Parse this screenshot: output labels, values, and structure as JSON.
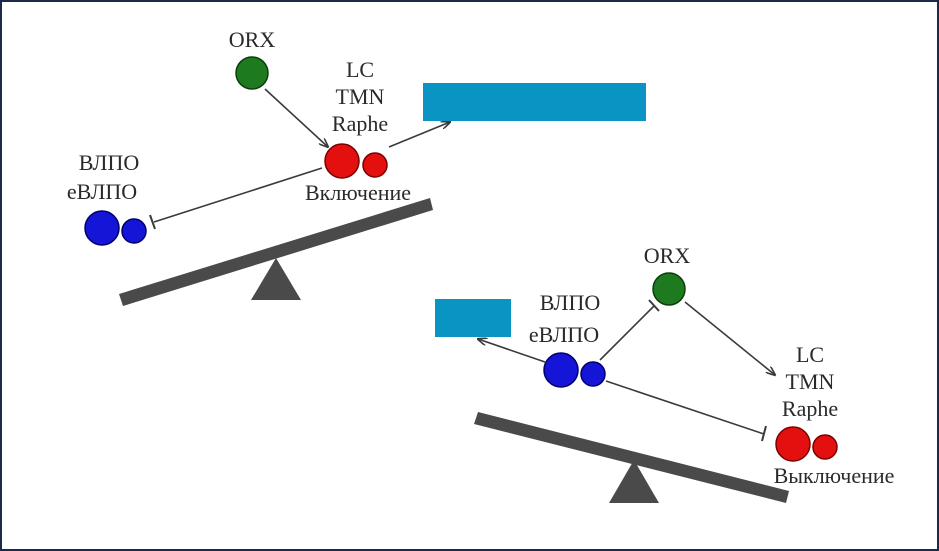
{
  "colors": {
    "frame": "#1b2a4a",
    "beam": "#4a4a4a",
    "fulcrum": "#4a4a4a",
    "line": "#3a3a3a",
    "orx": "#1e7a1e",
    "wake": "#e41010",
    "sleep": "#1515d8",
    "redaction": "#0a94c4",
    "text": "#2a2a2a"
  },
  "top_panel": {
    "orx_label": "ORX",
    "lc_label": "LC",
    "tmn_label": "TMN",
    "raphe_label": "Raphe",
    "state_label": "Включение",
    "vlpo_label": "ВЛПО",
    "evlpo_label": "еВЛПО"
  },
  "bottom_panel": {
    "orx_label": "ORX",
    "vlpo_label": "ВЛПО",
    "evlpo_label": "еВЛПО",
    "lc_label": "LC",
    "tmn_label": "TMN",
    "raphe_label": "Raphe",
    "state_label": "Выключение"
  }
}
